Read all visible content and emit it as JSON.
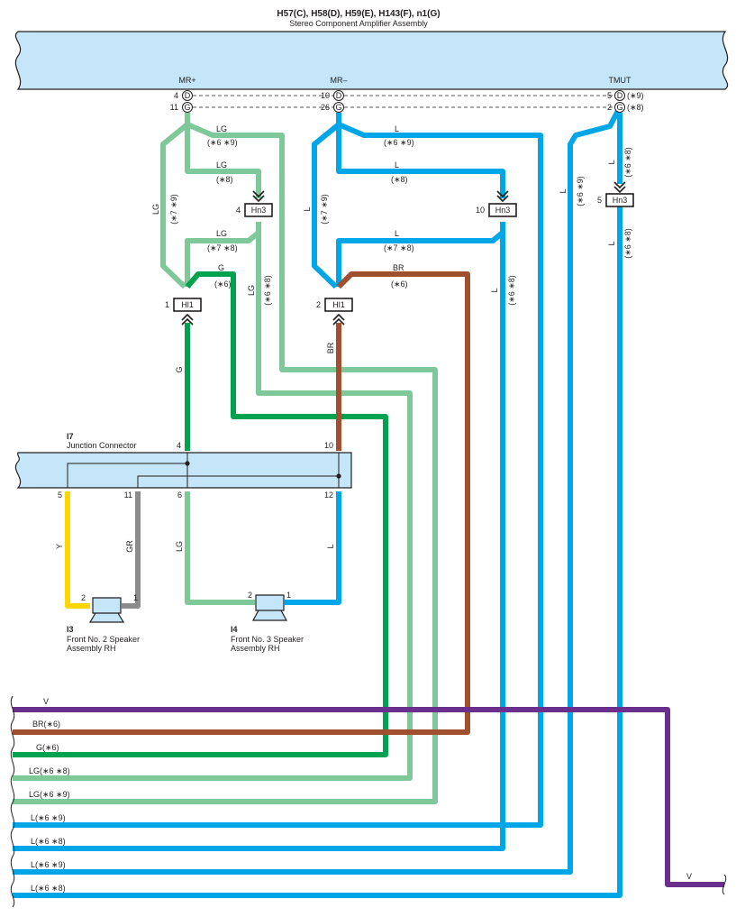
{
  "amp": {
    "codes": "H57(C), H58(D), H59(E), H143(F), n1(G)",
    "name": "Stereo Component Amplifier Assembly",
    "terms": {
      "mrp": "MR+",
      "mrm": "MR–",
      "tmut": "TMUT"
    },
    "pins": {
      "mrp_d": "4",
      "mrp_g": "11",
      "mrm_d": "10",
      "mrm_g": "26",
      "tm_d": "5",
      "tm_g": "2",
      "tm_d_note": "(∗9)",
      "tm_g_note": "(∗8)",
      "d": "D",
      "g": "G"
    }
  },
  "wires": {
    "lg": "LG",
    "l": "L",
    "g": "G",
    "br": "BR",
    "y": "Y",
    "gr": "GR",
    "n69": "(∗6 ∗9)",
    "n8": "(∗8)",
    "n79": "(∗7 ∗9)",
    "n78": "(∗7 ∗8)",
    "n6": "(∗6)",
    "n68": "(∗6 ∗8)"
  },
  "connectors": {
    "hn3": "Hn3",
    "hl1": "Hl1",
    "hn3_a": "4",
    "hn3_b": "10",
    "hn3_c": "5",
    "hl1_a": "1",
    "hl1_b": "2"
  },
  "junction": {
    "code": "I7",
    "name": "Junction Connector",
    "pins": {
      "p4": "4",
      "p10": "10",
      "p5": "5",
      "p11": "11",
      "p6": "6",
      "p12": "12"
    }
  },
  "speakers": [
    {
      "code": "I3",
      "line1": "Front No.  2 Speaker",
      "line2": "Assembly RH",
      "pin1": "2",
      "pin2": "1"
    },
    {
      "code": "I4",
      "line1": "Front No.  3 Speaker",
      "line2": "Assembly RH",
      "pin1": "2",
      "pin2": "1"
    }
  ],
  "bus": {
    "v": "V",
    "br6": "BR(∗6)",
    "g6": "G(∗6)",
    "lg68": "LG(∗6 ∗8)",
    "lg69": "LG(∗6 ∗9)",
    "l69a": "L(∗6 ∗9)",
    "l68a": "L(∗6 ∗8)",
    "l69b": "L(∗6 ∗9)",
    "l68b": "L(∗6 ∗8)",
    "v_end": "V"
  },
  "colors": {
    "lightgreen": "#7ec89a",
    "blue": "#00a6e8",
    "green": "#00a24f",
    "brown": "#a0502e",
    "yellow": "#ffd700",
    "gray": "#8c8c8c",
    "violet": "#6a2f8c",
    "panel": "#c4e6f8",
    "ink": "#231f20"
  }
}
